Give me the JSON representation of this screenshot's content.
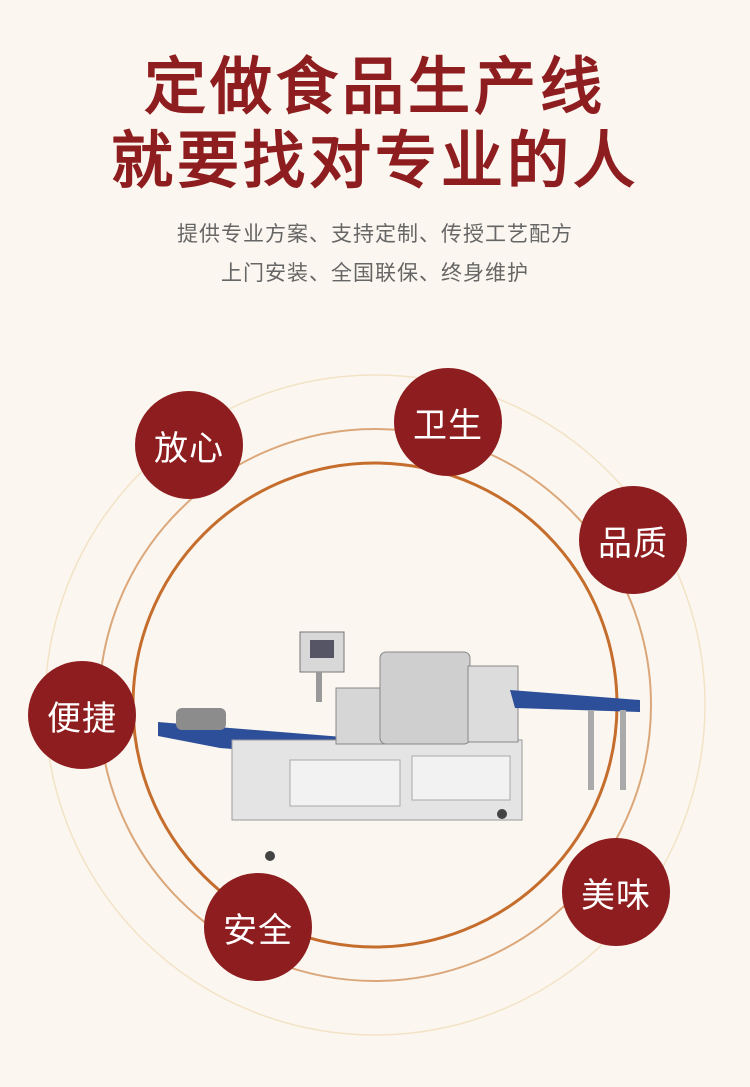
{
  "headline": {
    "line1": "定做食品生产线",
    "line2": "就要找对专业的人"
  },
  "subtitle": {
    "line1": "提供专业方案、支持定制、传授工艺配方",
    "line2": "上门安装、全国联保、终身维护"
  },
  "features": [
    "放心",
    "卫生",
    "品质",
    "便捷",
    "美味",
    "安全"
  ],
  "colors": {
    "accent": "#8e1d1f",
    "ring": "#c8763a",
    "background": "#fbf6ef"
  }
}
